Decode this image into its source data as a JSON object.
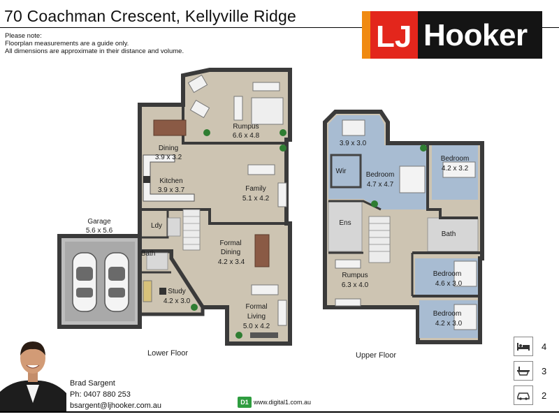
{
  "header": {
    "title": "70 Coachman Crescent, Kellyville Ridge"
  },
  "note": {
    "heading": "Please note:",
    "line1": "Floorplan measurements are a guide only.",
    "line2": "All dimensions are approximate in their distance and volume."
  },
  "logo": {
    "lj": "LJ",
    "word": "Hooker",
    "colors": {
      "red": "#e3261c",
      "orange": "#f08a12",
      "dark": "#141414"
    }
  },
  "rooms": {
    "rumpus_lower": {
      "name": "Rumpus",
      "size": "6.6 x 4.8"
    },
    "dining": {
      "name": "Dining",
      "size": "3.9 x 3.2"
    },
    "kitchen": {
      "name": "Kitchen",
      "size": "3.9 x 3.7"
    },
    "family": {
      "name": "Family",
      "size": "5.1 x 4.2"
    },
    "garage": {
      "name": "Garage",
      "size": "5.6 x 5.6"
    },
    "ldy": {
      "name": "Ldy"
    },
    "bath_lower": {
      "name": "Bath"
    },
    "formal_dining": {
      "name1": "Formal",
      "name2": "Dining",
      "size": "4.2 x 3.4"
    },
    "study": {
      "name": "Study",
      "size": "4.2 x 3.0"
    },
    "formal_living": {
      "name1": "Formal",
      "name2": "Living",
      "size": "5.0 x 4.2"
    },
    "upper_top": {
      "size": "3.9 x 3.0"
    },
    "master_bedroom": {
      "name": "Bedroom",
      "size": "4.7 x 4.7"
    },
    "bedroom_2": {
      "name": "Bedroom",
      "size": "4.2 x 3.2"
    },
    "wir": {
      "name": "Wir"
    },
    "ens": {
      "name": "Ens"
    },
    "bath_upper": {
      "name": "Bath"
    },
    "rumpus_upper": {
      "name": "Rumpus",
      "size": "6.3 x 4.0"
    },
    "bedroom_3": {
      "name": "Bedroom",
      "size": "4.6 x 3.0"
    },
    "bedroom_4": {
      "name": "Bedroom",
      "size": "4.2 x 3.0"
    }
  },
  "floors": {
    "lower": "Lower Floor",
    "upper": "Upper Floor"
  },
  "agent": {
    "name": "Brad Sargent",
    "phone": "Ph: 0407 880 253",
    "email": "bsargent@ljhooker.com.au"
  },
  "credit": {
    "logo": "D1",
    "url": "www.digital1.com.au"
  },
  "summary": [
    {
      "icon": "bed-icon",
      "value": "4"
    },
    {
      "icon": "bath-icon",
      "value": "3"
    },
    {
      "icon": "car-icon",
      "value": "2"
    }
  ]
}
